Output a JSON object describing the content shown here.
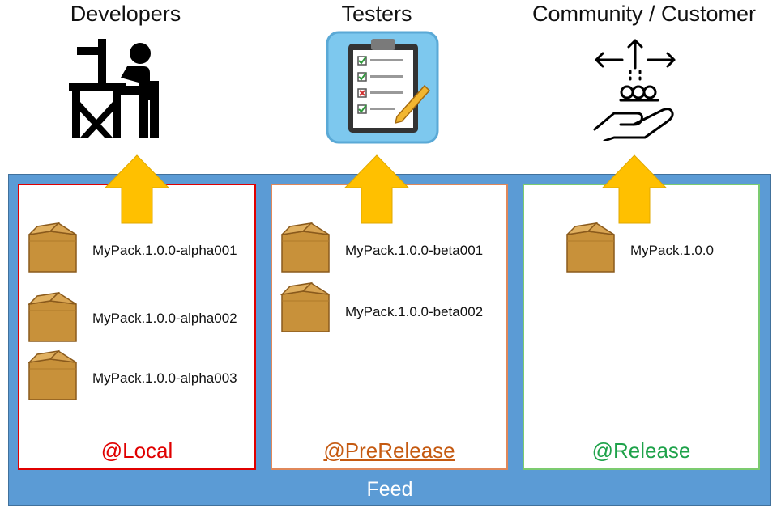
{
  "roles": {
    "developers": "Developers",
    "testers": "Testers",
    "community": "Community / Customer"
  },
  "feed": {
    "label": "Feed"
  },
  "panels": {
    "local": {
      "label": "@Local",
      "color": "#e00000",
      "packages": [
        "MyPack.1.0.0-alpha001",
        "MyPack.1.0.0-alpha002",
        "MyPack.1.0.0-alpha003"
      ]
    },
    "prerelease": {
      "label": "@PreRelease",
      "color": "#c55a11",
      "packages": [
        "MyPack.1.0.0-beta001",
        "MyPack.1.0.0-beta002"
      ]
    },
    "release": {
      "label": "@Release",
      "color": "#1ea24a",
      "packages": [
        "MyPack.1.0.0"
      ]
    }
  },
  "colors": {
    "feed": "#5b9bd5",
    "arrow": "#ffc000",
    "package": "#c8913a"
  },
  "icons": [
    "developer-at-desk-icon",
    "checklist-clipboard-icon",
    "hand-offering-icon",
    "package-box-icon",
    "up-arrow-icon"
  ]
}
